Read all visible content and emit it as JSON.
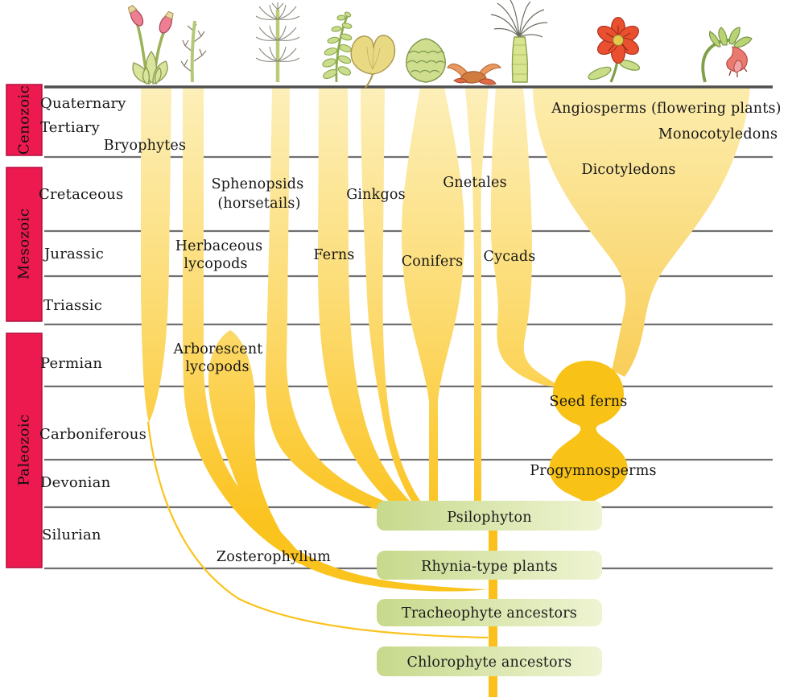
{
  "diagram": {
    "eras": [
      {
        "name": "Cenozoic"
      },
      {
        "name": "Mesozoic"
      },
      {
        "name": "Paleozoic"
      }
    ],
    "periods": [
      {
        "name": "Quaternary"
      },
      {
        "name": "Tertiary"
      },
      {
        "name": "Cretaceous"
      },
      {
        "name": "Jurassic"
      },
      {
        "name": "Triassic"
      },
      {
        "name": "Permian"
      },
      {
        "name": "Carboniferous"
      },
      {
        "name": "Devonian"
      },
      {
        "name": "Silurian"
      }
    ],
    "lineages": {
      "bryophytes": "Bryophytes",
      "sphenopsids_line1": "Sphenopsids",
      "sphenopsids_line2": "(horsetails)",
      "herbaceous_lycopods_line1": "Herbaceous",
      "herbaceous_lycopods_line2": "lycopods",
      "arborescent_lycopods_line1": "Arborescent",
      "arborescent_lycopods_line2": "lycopods",
      "ferns": "Ferns",
      "ginkgos": "Ginkgos",
      "conifers": "Conifers",
      "gnetales": "Gnetales",
      "cycads": "Cycads",
      "angiosperms": "Angiosperms (flowering plants)",
      "monocotyledons": "Monocotyledons",
      "dicotyledons": "Dicotyledons",
      "seed_ferns": "Seed ferns",
      "progymnosperms": "Progymnosperms",
      "zosterophyllum": "Zosterophyllum"
    },
    "ancestor_boxes": [
      {
        "label": "Psilophyton"
      },
      {
        "label": "Rhynia-type plants"
      },
      {
        "label": "Tracheophyte ancestors"
      },
      {
        "label": "Chlorophyte ancestors"
      }
    ],
    "illustrations": [
      {
        "icon": "moss-bryophyte-icon"
      },
      {
        "icon": "lycopod-shoot-icon"
      },
      {
        "icon": "horsetail-icon"
      },
      {
        "icon": "fern-frond-icon"
      },
      {
        "icon": "ginkgo-leaf-icon"
      },
      {
        "icon": "conifer-cone-icon"
      },
      {
        "icon": "gnetophyte-icon"
      },
      {
        "icon": "cycad-icon"
      },
      {
        "icon": "dicot-flower-icon"
      },
      {
        "icon": "monocot-flower-icon"
      }
    ],
    "colors": {
      "era_bar": "#ec1a4f",
      "stream_top": "#fcefb9",
      "stream_gold": "#fbc31e",
      "blob_gold": "#f8c216",
      "funnel_top": "#fcedae",
      "funnel_bottom": "#f9ce58",
      "box_green_left": "#c7d98c",
      "box_green_right": "#eef4d2",
      "grid_line": "#6f6f6f"
    }
  }
}
